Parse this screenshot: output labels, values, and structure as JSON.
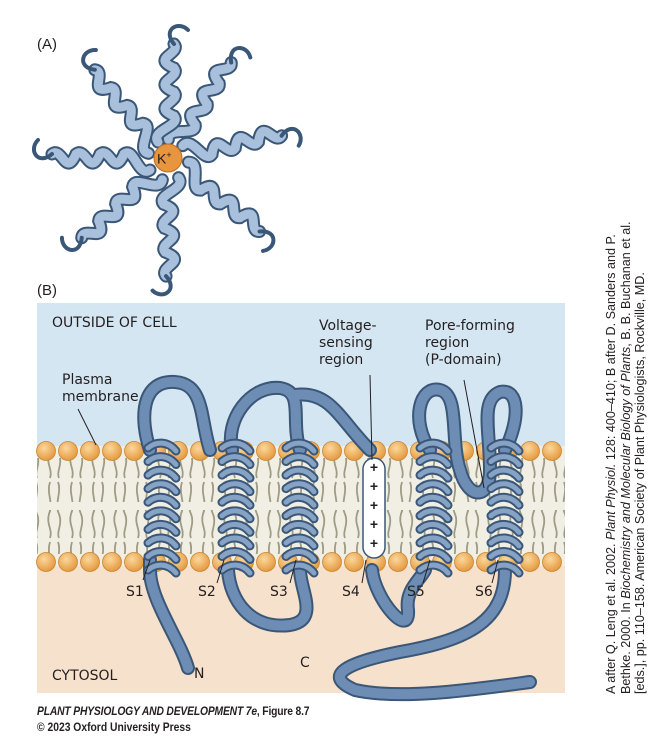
{
  "panel_a": {
    "label": "(A)",
    "ion_label": "K",
    "ion_superscript": "+"
  },
  "panel_b": {
    "label": "(B)",
    "outside_label": "OUTSIDE OF CELL",
    "cytosol_label": "CYTOSOL",
    "membrane_label_line1": "Plasma",
    "membrane_label_line2": "membrane",
    "voltage_label_line1": "Voltage-",
    "voltage_label_line2": "sensing",
    "voltage_label_line3": "region",
    "pore_label_line1": "Pore-forming",
    "pore_label_line2": "region",
    "pore_label_line3": "(P-domain)",
    "segments": [
      "S1",
      "S2",
      "S3",
      "S4",
      "S5",
      "S6"
    ],
    "n_terminus": "N",
    "c_terminus": "C",
    "charges": [
      "+",
      "+",
      "+",
      "+",
      "+"
    ]
  },
  "credit": {
    "line1_a": "A after Q. Leng et al. 2002. ",
    "line1_b": "Plant Physiol.",
    "line1_c": " 128: 400–410; B after D. Sanders and P.",
    "line2_a": "Bethke. 2000. In ",
    "line2_b": "Biochemistry and Molecular Biology of Plants",
    "line2_c": ", B. B. Buchanan et al.",
    "line3": "[eds.], pp. 110–158. American Society of Plant Physiologists, Rockville, MD."
  },
  "footer": {
    "book_title": "PLANT PHYSIOLOGY AND DEVELOPMENT 7e",
    "figure": ", Figure 8.7",
    "copyright": "© 2023 Oxford University Press"
  },
  "colors": {
    "outside_bg": "#d5e6f3",
    "cytosol_bg": "#f6e1cc",
    "protein": "#6d8db5",
    "protein_dark": "#3b5778",
    "lipid_head": "#f2b057",
    "ion": "#e7953f",
    "lipid_tail": "#c9c7b2"
  }
}
